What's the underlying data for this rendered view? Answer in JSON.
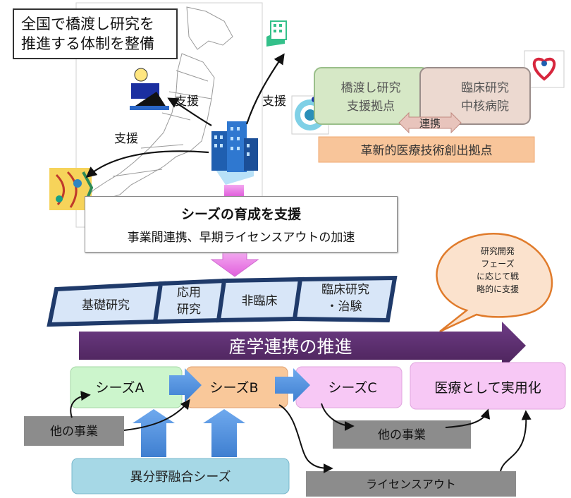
{
  "title_box": {
    "line1": "全国で橋渡し研究を",
    "line2": "推進する体制を整備"
  },
  "support_labels": [
    "支援",
    "支援",
    "支援"
  ],
  "hub": {
    "bridge_line1": "橋渡し研究",
    "bridge_line2": "支援拠点",
    "clinical_line1": "臨床研究",
    "clinical_line2": "中核病院",
    "collab": "連携",
    "innovation": "革新的医療技術創出拠点"
  },
  "seeds_box": {
    "title": "シーズの育成を支援",
    "subtitle": "事業間連携、早期ライセンスアウトの加速"
  },
  "phases": [
    "基礎研究",
    "応用\n研究",
    "非臨床",
    "臨床研究\n・治験"
  ],
  "callout": {
    "lines": [
      "研究開発",
      "フェーズ",
      "に応じて戦",
      "略的に支援"
    ]
  },
  "promotion_arrow": "産学連携の推進",
  "seeds": {
    "a": "シーズA",
    "b": "シーズB",
    "c": "シーズC",
    "practical": "医療として実用化"
  },
  "other_business_left": "他の事業",
  "other_business_right": "他の事業",
  "fusion": "異分野融合シーズ",
  "license_out": "ライセンスアウト",
  "colors": {
    "purple_arrow": "#5c2d6e",
    "seed_a": "#ccf5cc",
    "seed_b": "#f9c89a",
    "seed_c": "#f7c8f5",
    "practical": "#f7c8f5",
    "blue_arrow": "#4f8fdc",
    "gray_box": "#8c8c8c",
    "fusion": "#a6d8e6",
    "callout": "#fbe2cd",
    "callout_stroke": "#e07b2b"
  }
}
